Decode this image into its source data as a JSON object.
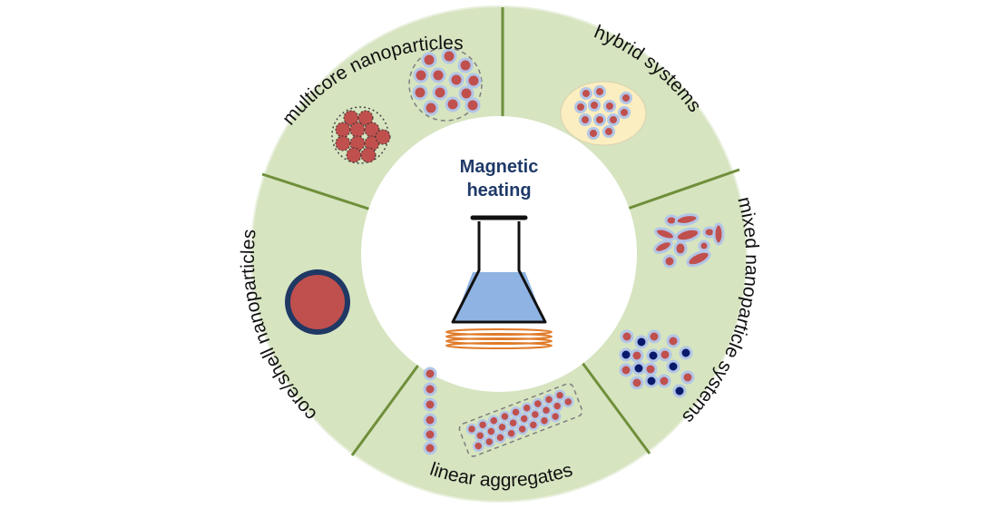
{
  "diagram": {
    "center_title_line1": "Magnetic",
    "center_title_line2": "heating",
    "segments": [
      {
        "id": "multicore",
        "label": "multicore nanoparticles"
      },
      {
        "id": "hybrid",
        "label": "hybrid systems"
      },
      {
        "id": "mixed",
        "label": "mixed nanoparticle systems"
      },
      {
        "id": "linear",
        "label": "linear aggregates"
      },
      {
        "id": "coreshell",
        "label": "core/shell nanoparticles"
      }
    ]
  },
  "colors": {
    "ring_fill": "#d6e4c0",
    "divider": "#6f8f3a",
    "particle": "#c0504d",
    "particle_halo": "#b3c6e7",
    "shell": "#1f3864",
    "dark_particle": "#0a1a6b",
    "hybrid_matrix": "#fbeec0",
    "liquid": "#8fb4e3",
    "coil": "#e07b2a",
    "title": "#1f3a68"
  }
}
